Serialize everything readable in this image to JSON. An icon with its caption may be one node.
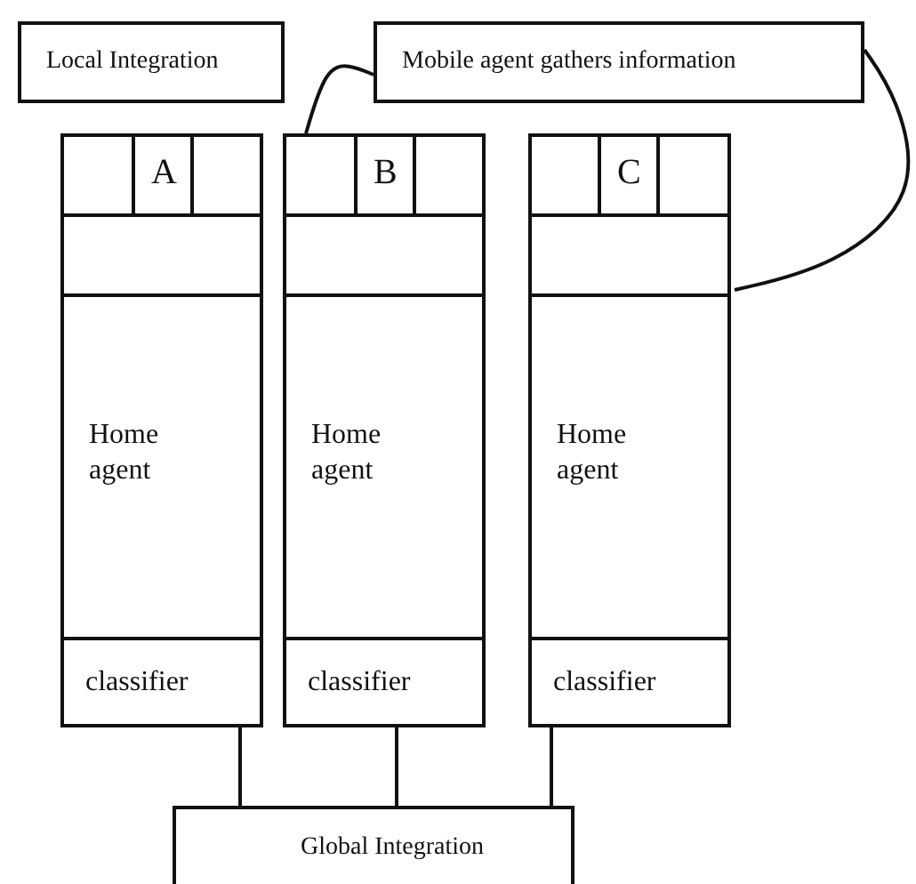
{
  "diagram": {
    "nodes": [
      {
        "text": [
          "Local Integration"
        ]
      },
      {
        "text": [
          "Mobile agent gathers information"
        ]
      },
      {
        "text": [],
        "shape": "box"
      },
      {
        "text": [
          "A"
        ],
        "in": 2
      },
      {
        "text": [
          "Home agent"
        ],
        "in": 2
      },
      {
        "text": [
          "classifier"
        ],
        "in": 2
      },
      {
        "text": [],
        "shape": "box"
      },
      {
        "text": [
          "B"
        ],
        "in": 6
      },
      {
        "text": [
          "Home agent"
        ],
        "in": 6
      },
      {
        "text": [
          "classifier"
        ],
        "in": 6
      },
      {
        "text": [],
        "shape": "box"
      },
      {
        "text": [
          "C"
        ],
        "in": 10
      },
      {
        "text": [
          "Home agent"
        ],
        "in": 10
      },
      {
        "text": [
          "classifier"
        ],
        "in": 10
      },
      {
        "text": [
          "Global Integration"
        ]
      }
    ],
    "edges": [
      {
        "from": 1,
        "to": 6,
        "arrow": "none"
      },
      {
        "from": 1,
        "to": 10,
        "arrow": "none"
      },
      {
        "from": 5,
        "to": 14,
        "arrow": "none"
      },
      {
        "from": 9,
        "to": 14,
        "arrow": "none"
      },
      {
        "from": 13,
        "to": 14,
        "arrow": "none"
      }
    ]
  }
}
